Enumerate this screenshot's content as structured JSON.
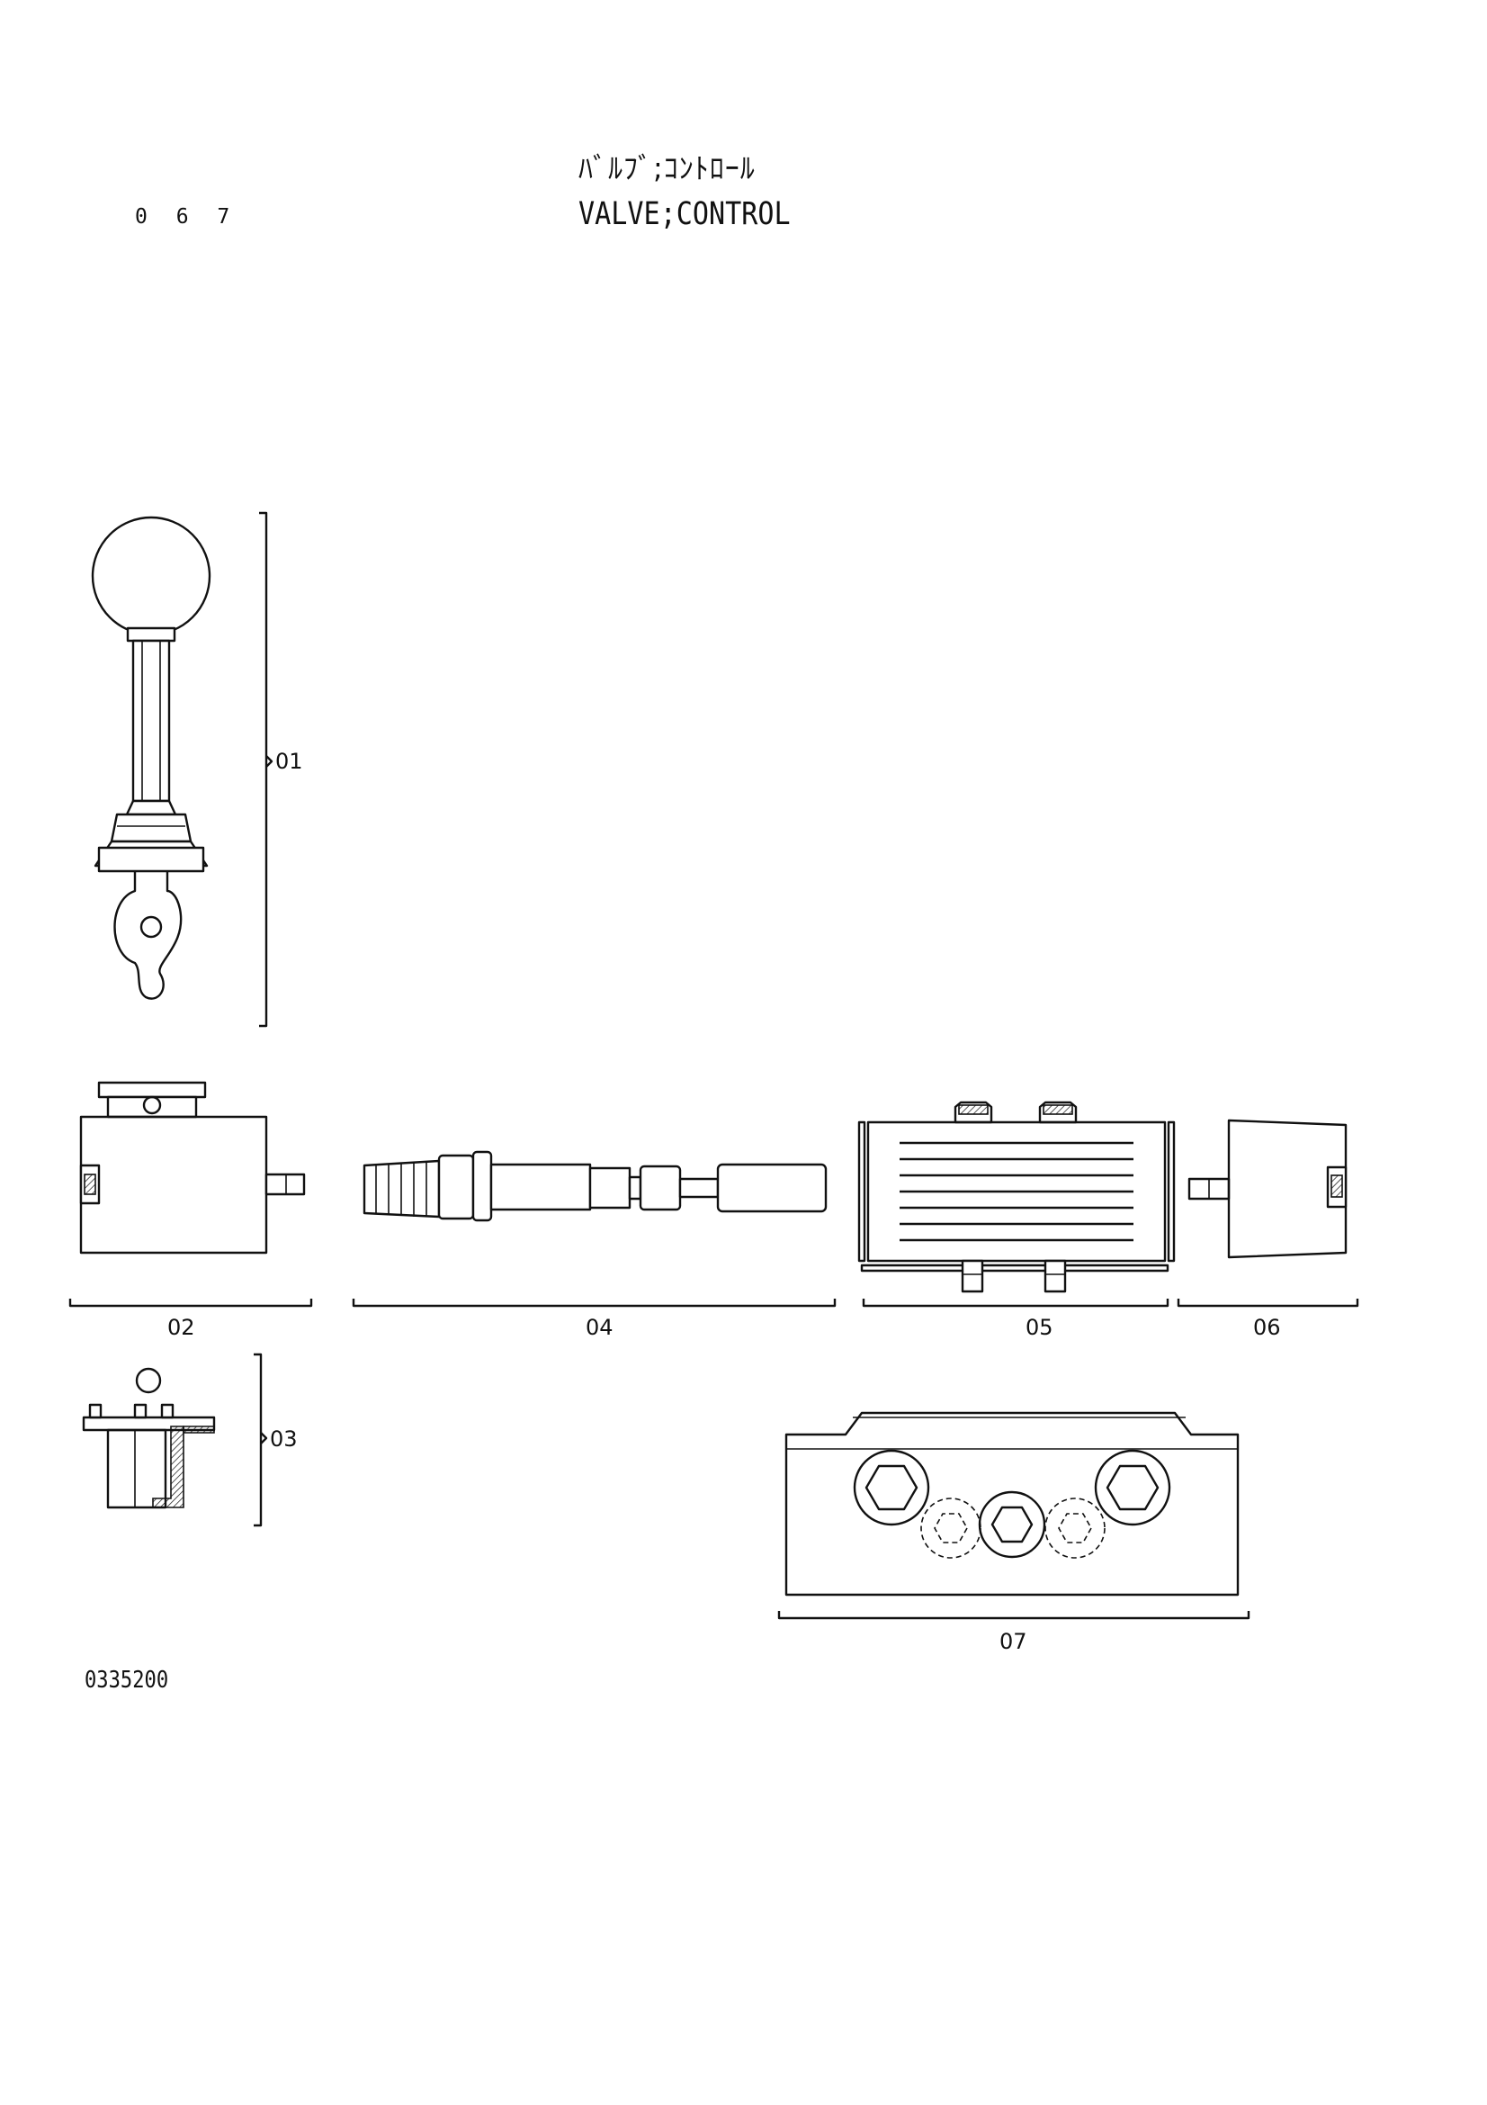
{
  "header": {
    "page_number": "0 6 7",
    "title_ja": "ﾊﾞﾙﾌﾞ;ｺﾝﾄﾛｰﾙ",
    "title_en": "VALVE;CONTROL"
  },
  "footer": {
    "drawing_number": "0335200"
  },
  "callouts": {
    "p01": "01",
    "p02": "02",
    "p03": "03",
    "p04": "04",
    "p05": "05",
    "p06": "06",
    "p07": "07"
  }
}
